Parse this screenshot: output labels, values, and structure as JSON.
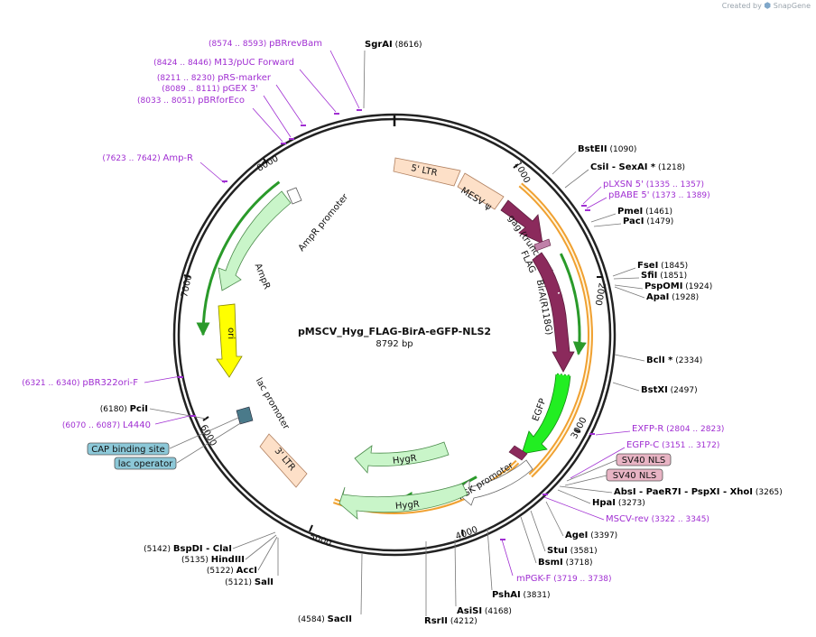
{
  "credit": {
    "text": "Created by",
    "brand": "SnapGene"
  },
  "plasmid": {
    "name": "pMSCV_Hyg_FLAG-BirA-eGFP-NLS2",
    "size_label": "8792 bp"
  },
  "ticks": [
    "1000",
    "2000",
    "3000",
    "4000",
    "5000",
    "6000",
    "7000",
    "8000"
  ],
  "enzymes": [
    {
      "id": "sgrai",
      "name": "SgrAI",
      "pos": "(8616)"
    },
    {
      "id": "bsteii",
      "name": "BstEII",
      "pos": "(1090)"
    },
    {
      "id": "csii",
      "name": "CsiI  - SexAI *",
      "pos": "(1218)"
    },
    {
      "id": "pmei",
      "name": "PmeI",
      "pos": "(1461)"
    },
    {
      "id": "paci",
      "name": "PacI",
      "pos": "(1479)"
    },
    {
      "id": "fsei",
      "name": "FseI",
      "pos": "(1845)"
    },
    {
      "id": "sfii",
      "name": "SfiI",
      "pos": "(1851)"
    },
    {
      "id": "pspomi",
      "name": "PspOMI",
      "pos": "(1924)"
    },
    {
      "id": "apai",
      "name": "ApaI",
      "pos": "(1928)"
    },
    {
      "id": "bcli",
      "name": "BclI *",
      "pos": "(2334)"
    },
    {
      "id": "bstxi",
      "name": "BstXI",
      "pos": "(2497)"
    },
    {
      "id": "absi",
      "name": "AbsI  - PaeR7I  - PspXI  - XhoI",
      "pos": "(3265)"
    },
    {
      "id": "hpai",
      "name": "HpaI",
      "pos": "(3273)"
    },
    {
      "id": "agei",
      "name": "AgeI",
      "pos": "(3397)"
    },
    {
      "id": "stui",
      "name": "StuI",
      "pos": "(3581)"
    },
    {
      "id": "bsmi",
      "name": "BsmI",
      "pos": "(3718)"
    },
    {
      "id": "pshai",
      "name": "PshAI",
      "pos": "(3831)"
    },
    {
      "id": "asisi",
      "name": "AsiSI",
      "pos": "(4168)"
    },
    {
      "id": "rsrii",
      "name": "RsrII",
      "pos": "(4212)"
    },
    {
      "id": "sacii",
      "name": "SacII",
      "pos": "(4584)"
    },
    {
      "id": "sali",
      "name": "SalI",
      "pos": "(5121)"
    },
    {
      "id": "acci",
      "name": "AccI",
      "pos": "(5122)"
    },
    {
      "id": "hindiii",
      "name": "HindIII",
      "pos": "(5135)"
    },
    {
      "id": "bspdi",
      "name": "BspDI  - ClaI",
      "pos": "(5142)"
    },
    {
      "id": "pcii",
      "name": "PciI",
      "pos": "(6180)"
    }
  ],
  "primers": [
    {
      "id": "pbrrevbam",
      "name": "pBRrevBam",
      "pos": "(8574 .. 8593)"
    },
    {
      "id": "m13",
      "name": "M13/pUC Forward",
      "pos": "(8424 .. 8446)"
    },
    {
      "id": "prs",
      "name": "pRS-marker",
      "pos": "(8211 .. 8230)"
    },
    {
      "id": "pgex3",
      "name": "pGEX 3'",
      "pos": "(8089 .. 8111)"
    },
    {
      "id": "pbrforeco",
      "name": "pBRforEco",
      "pos": "(8033 .. 8051)"
    },
    {
      "id": "ampr",
      "name": "Amp-R",
      "pos": "(7623 .. 7642)"
    },
    {
      "id": "plxsn",
      "name": "pLXSN 5'",
      "pos": "(1335 .. 1357)"
    },
    {
      "id": "pbabe",
      "name": "pBABE 5'",
      "pos": "(1373 .. 1389)"
    },
    {
      "id": "exfp",
      "name": "EXFP-R",
      "pos": "(2804 .. 2823)"
    },
    {
      "id": "egfpc",
      "name": "EGFP-C",
      "pos": "(3151 .. 3172)"
    },
    {
      "id": "mscvrev",
      "name": "MSCV-rev",
      "pos": "(3322 .. 3345)"
    },
    {
      "id": "mpgkf",
      "name": "mPGK-F",
      "pos": "(3719 .. 3738)"
    },
    {
      "id": "pbr322",
      "name": "pBR322ori-F",
      "pos": "(6321 .. 6340)"
    },
    {
      "id": "l4440",
      "name": "L4440",
      "pos": "(6070 .. 6087)"
    }
  ],
  "boxes": [
    {
      "id": "sv40a",
      "label": "SV40 NLS"
    },
    {
      "id": "sv40b",
      "label": "SV40 NLS"
    },
    {
      "id": "cap",
      "label": "CAP binding site"
    },
    {
      "id": "lacop",
      "label": "lac operator"
    }
  ],
  "features": {
    "ltr5": "5' LTR",
    "mesv": "MESV ψ",
    "gag": "gag (truncated)",
    "flag": "FLAG",
    "bira": "BirA(R118G)",
    "egfp": "EGFP",
    "pgk": "PGK promoter",
    "hygr": "HygR",
    "ltr3": "3' LTR",
    "lac": "lac promoter",
    "ori": "ori",
    "ampr": "AmpR",
    "amprp": "AmpR promoter"
  },
  "colors": {
    "primer": "#a02ed2",
    "ltr": "#fde0c8",
    "bira": "#8b2a5c",
    "egfp": "#22ee22",
    "hygr": "#c9f5c9",
    "ori": "#ffff00",
    "nls_box": "#e8b4c4",
    "lac_box": "#8cc8d8",
    "orf_orange": "#f0a030",
    "orf_green": "#2a9a2a"
  }
}
